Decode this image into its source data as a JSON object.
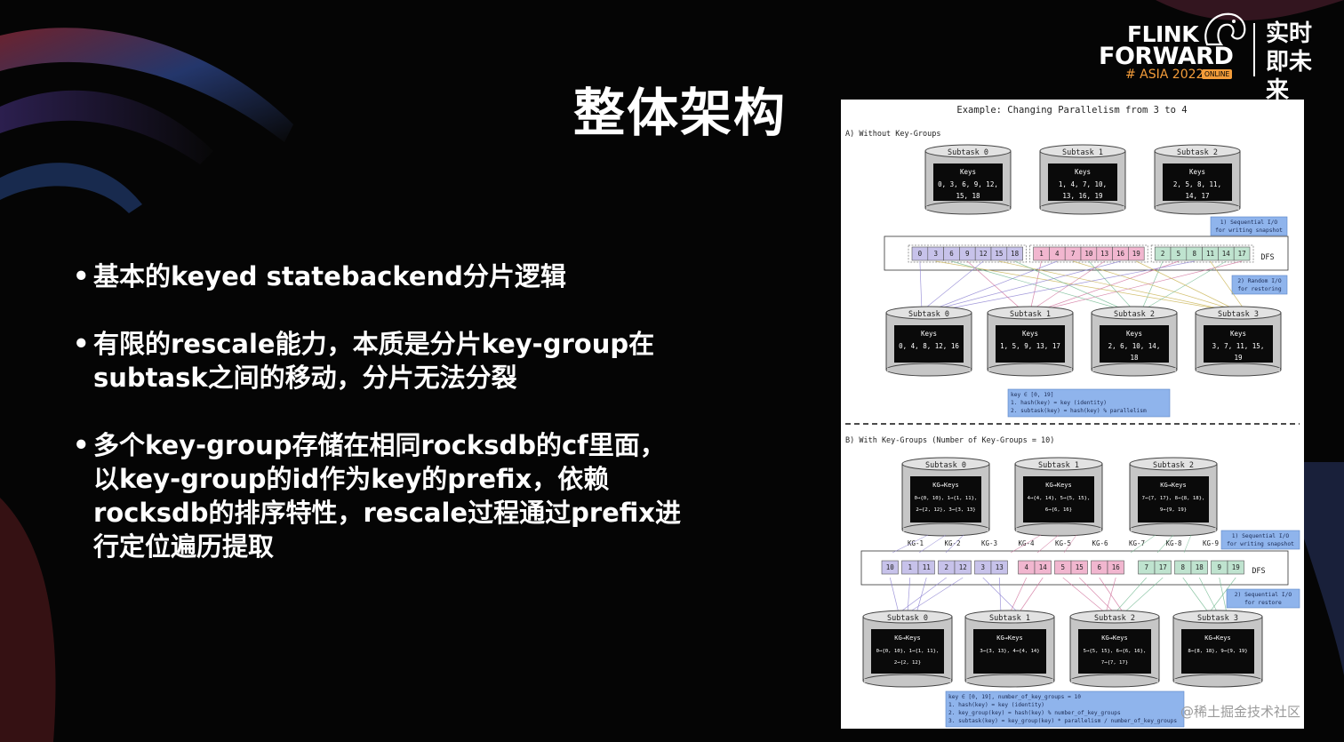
{
  "slide": {
    "title": "整体架构",
    "bullets": [
      {
        "lines": [
          "基本的keyed statebackend分片逻辑"
        ]
      },
      {
        "lines": [
          "有限的rescale能力，本质是分片key-group在",
          "subtask之间的移动，分片无法分裂"
        ]
      },
      {
        "lines": [
          "多个key-group存储在相同rocksdb的cf里面，",
          "以key-group的id作为key的prefix，依赖",
          "rocksdb的排序特性，rescale过程通过prefix进",
          "行定位遍历提取"
        ]
      }
    ],
    "bullet_symbol": "•"
  },
  "logo": {
    "line1": "FLINK",
    "line2": "FORWARD",
    "edition": "# ASIA 2022",
    "badge": "ONLINE",
    "slogan": "实时即未来"
  },
  "watermark": "@稀土掘金技术社区",
  "figure": {
    "title": "Example: Changing Parallelism from 3 to 4",
    "partA": {
      "label": "A) Without Key-Groups",
      "top": [
        {
          "name": "Subtask 0",
          "head": "Keys",
          "lines": [
            "0, 3, 6, 9, 12,",
            "15, 18"
          ]
        },
        {
          "name": "Subtask 1",
          "head": "Keys",
          "lines": [
            "1, 4, 7, 10,",
            "13, 16, 19"
          ]
        },
        {
          "name": "Subtask 2",
          "head": "Keys",
          "lines": [
            "2, 5, 8, 11,",
            "14, 17"
          ]
        }
      ],
      "note_write": [
        "1) Sequential I/O",
        "for writing snapshot"
      ],
      "dfs_groups": [
        {
          "color": "#c7c2ea",
          "cells": [
            "0",
            "3",
            "6",
            "9",
            "12",
            "15",
            "18"
          ]
        },
        {
          "color": "#f1b6cf",
          "cells": [
            "1",
            "4",
            "7",
            "10",
            "13",
            "16",
            "19"
          ]
        },
        {
          "color": "#bfe3cf",
          "cells": [
            "2",
            "5",
            "8",
            "11",
            "14",
            "17"
          ]
        }
      ],
      "dfs_label": "DFS",
      "note_read": [
        "2) Random I/O",
        "for restoring"
      ],
      "bottom": [
        {
          "name": "Subtask 0",
          "head": "Keys",
          "lines": [
            "0, 4, 8, 12, 16"
          ]
        },
        {
          "name": "Subtask 1",
          "head": "Keys",
          "lines": [
            "1, 5, 9, 13, 17"
          ]
        },
        {
          "name": "Subtask 2",
          "head": "Keys",
          "lines": [
            "2, 6, 10, 14,",
            "18"
          ]
        },
        {
          "name": "Subtask 3",
          "head": "Keys",
          "lines": [
            "3, 7, 11, 15,",
            "19"
          ]
        }
      ],
      "formula": [
        "key ∈ [0, 19]",
        "1. hash(key) = key (identity)",
        "2. subtask(key) = hash(key) % parallelism"
      ]
    },
    "partB": {
      "label": "B) With Key-Groups (Number of Key-Groups = 10)",
      "top": [
        {
          "name": "Subtask 0",
          "head": "KG→Keys",
          "lines": [
            "0→{0, 10}, 1→{1, 11},",
            "2→{2, 12}, 3→{3, 13}"
          ]
        },
        {
          "name": "Subtask 1",
          "head": "KG→Keys",
          "lines": [
            "4→{4, 14}, 5→{5, 15},",
            "6→{6, 16}"
          ]
        },
        {
          "name": "Subtask 2",
          "head": "KG→Keys",
          "lines": [
            "7→{7, 17}, 8→{8, 18},",
            "9→{9, 19}"
          ]
        }
      ],
      "kg_labels": [
        "KG-1",
        "KG-2",
        "KG-3",
        "KG-4",
        "KG-5",
        "KG-6",
        "KG-7",
        "KG-8",
        "KG-9"
      ],
      "note_write": [
        "1) Sequential I/O",
        "for writing snapshot"
      ],
      "dfs_pairs": [
        {
          "color": "#c7c2ea",
          "cells": [
            "10",
            "1",
            "11",
            "2",
            "12",
            "3",
            "13"
          ]
        },
        {
          "color": "#f1b6cf",
          "cells": [
            "4",
            "14",
            "5",
            "15",
            "6",
            "16"
          ]
        },
        {
          "color": "#bfe3cf",
          "cells": [
            "7",
            "17",
            "8",
            "18",
            "9",
            "19"
          ]
        }
      ],
      "dfs_label": "DFS",
      "note_read": [
        "2) Sequential I/O",
        "for restore"
      ],
      "bottom": [
        {
          "name": "Subtask 0",
          "head": "KG→Keys",
          "lines": [
            "0→{0, 10}, 1→{1, 11},",
            "2→{2, 12}"
          ]
        },
        {
          "name": "Subtask 1",
          "head": "KG→Keys",
          "lines": [
            "3→{3, 13}, 4→{4, 14}"
          ]
        },
        {
          "name": "Subtask 2",
          "head": "KG→Keys",
          "lines": [
            "5→{5, 15}, 6→{6, 16},",
            "7→{7, 17}"
          ]
        },
        {
          "name": "Subtask 3",
          "head": "KG→Keys",
          "lines": [
            "8→{8, 18}, 9→{9, 19}"
          ]
        }
      ],
      "formula": [
        "key ∈ [0, 19], number_of_key_groups = 10",
        "1. hash(key) = key (identity)",
        "2. key_group(key) = hash(key) % number_of_key_groups",
        "3. subtask(key) = key_group(key) * parallelism / number_of_key_groups"
      ]
    }
  }
}
